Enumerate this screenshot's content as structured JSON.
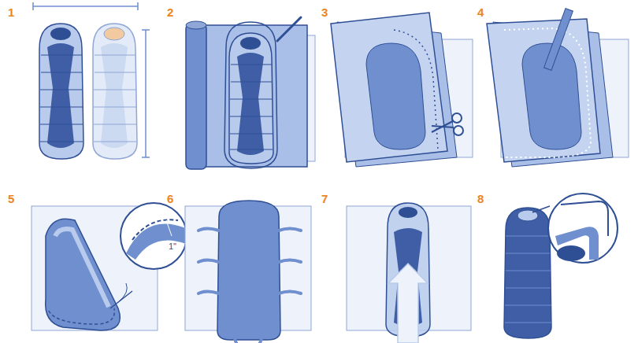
{
  "diagram": {
    "labels": [
      "1",
      "2",
      "3",
      "4",
      "5",
      "6",
      "7",
      "8",
      "1\""
    ]
  }
}
